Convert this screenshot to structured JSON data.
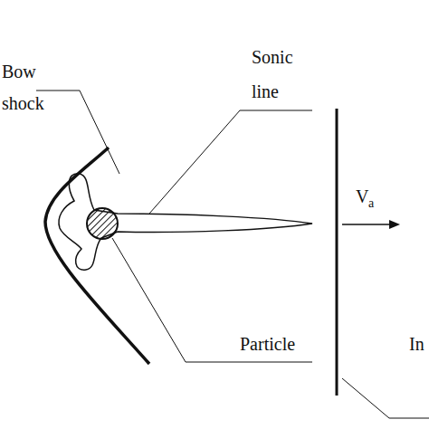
{
  "diagram": {
    "labels": [
      "Bow shock",
      "Sonic line",
      "Particle",
      "V",
      "a",
      "In"
    ]
  }
}
